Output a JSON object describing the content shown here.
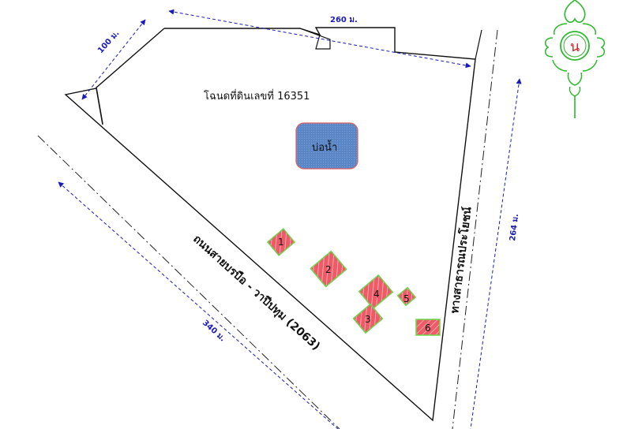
{
  "parcel_title": "โฉนดที่ดินเลขที่ 16351",
  "pond_label": "บ่อน้ำ",
  "main_road_label": "ถนนสายบรบือ - วาปีปทุม (2063)",
  "public_way_label": "ทางสาธารณประโยชน์",
  "dimensions": {
    "top": "260 ม.",
    "left": "100 ม.",
    "bottom_left": "340 ม.",
    "right": "264 ม."
  },
  "buildings": [
    "1",
    "2",
    "3",
    "4",
    "5",
    "6"
  ],
  "north_symbol": "น",
  "colors": {
    "pond_fill": "#5b86c6",
    "pond_border": "#e06060",
    "building_fill": "#ee5a66",
    "building_border": "#6ad64a",
    "dimension": "#1a1ab8",
    "north": "#2db82d",
    "north_letter": "#cc2222"
  }
}
